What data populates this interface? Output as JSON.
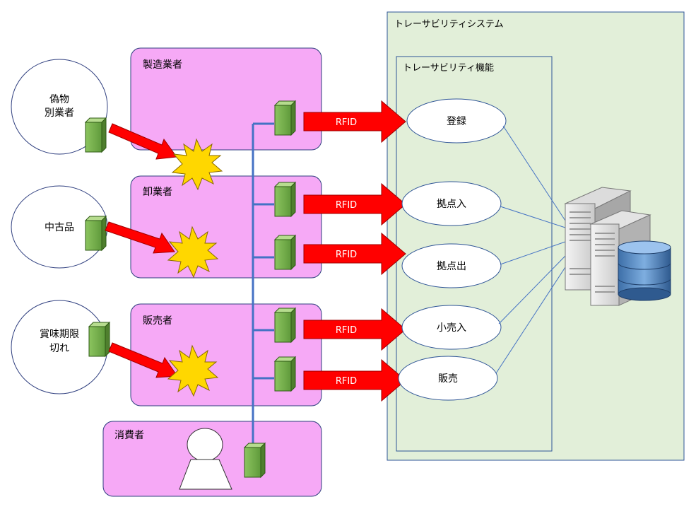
{
  "system": {
    "title": "トレーサビリティシステム"
  },
  "function_box": {
    "title": "トレーサビリティ機能"
  },
  "functions": [
    {
      "label": "登録"
    },
    {
      "label": "拠点入"
    },
    {
      "label": "拠点出"
    },
    {
      "label": "小売入"
    },
    {
      "label": "販売"
    }
  ],
  "actors": {
    "manufacturer": "製造業者",
    "wholesaler": "卸業者",
    "seller": "販売者",
    "consumer": "消費者"
  },
  "threats": [
    {
      "line1": "偽物",
      "line2": "別業者"
    },
    {
      "line1": "中古品",
      "line2": ""
    },
    {
      "line1": "賞味期限",
      "line2": "切れ"
    }
  ],
  "rfid_label": "RFID",
  "colors": {
    "actor_fill": "#f6a9f6",
    "system_fill": "#e2efd9",
    "arrow_red": "#ff0000",
    "tag_green": "#70ad47",
    "burst_yellow": "#ffd700",
    "line_blue": "#4472c4"
  },
  "icons": [
    "server-icon",
    "database-icon",
    "person-icon",
    "rfid-tag-icon",
    "explosion-icon"
  ]
}
